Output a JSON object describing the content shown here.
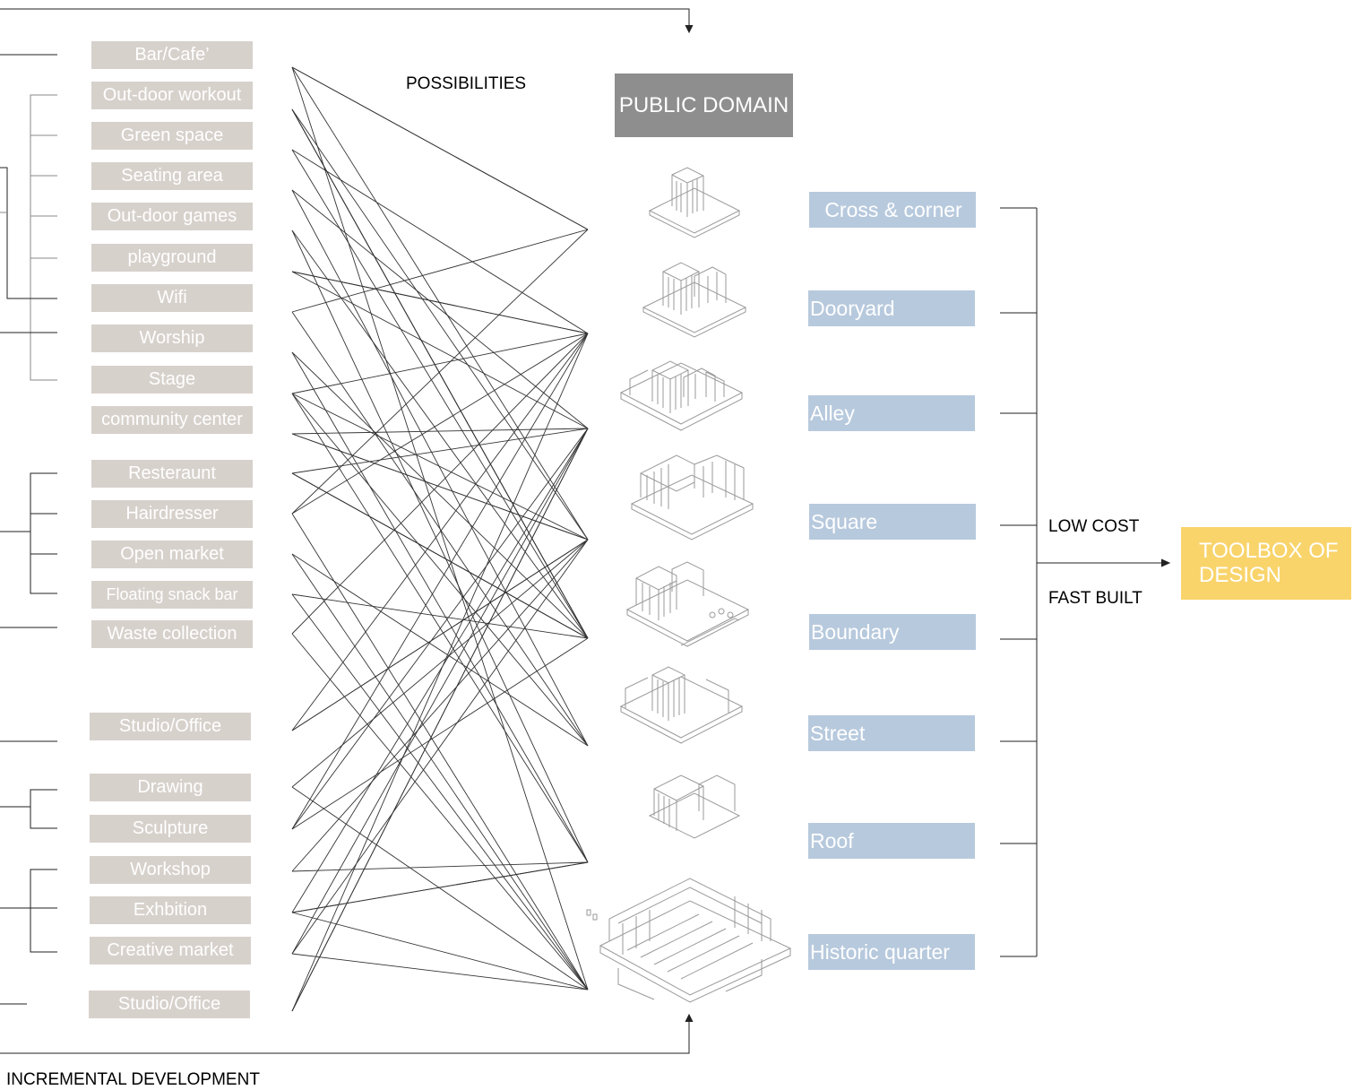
{
  "labels": {
    "possibilities": "POSSIBILITIES",
    "public_domain": "PUBLIC DOMAIN",
    "low_cost": "LOW COST",
    "fast_built": "FAST BUILT",
    "toolbox": "TOOLBOX OF DESIGN",
    "incremental": "INCREMENTAL DEVELOPMENT"
  },
  "activities": [
    "Bar/Cafe’",
    "Out-door workout",
    "Green space",
    "Seating area",
    "Out-door games",
    "playground",
    "Wifi",
    "Worship",
    "Stage",
    "community center",
    "Resteraunt",
    "Hairdresser",
    "Open market",
    "Floating snack bar",
    "Waste collection",
    "Studio/Office",
    "Drawing",
    "Sculpture",
    "Workshop",
    "Exhbition",
    "Creative market",
    "Studio/Office"
  ],
  "space_types": [
    "Cross & corner",
    "Dooryard",
    "Alley",
    "Square",
    "Boundary",
    "Street",
    "Roof",
    "Historic quarter"
  ],
  "colors": {
    "activity_box": "#d7d1cc",
    "space_type_box": "#b7c9dd",
    "public_domain_box": "#8e8e8e",
    "toolbox_box": "#f9d46b"
  },
  "icons": [
    "building-block-isometric-icon"
  ]
}
